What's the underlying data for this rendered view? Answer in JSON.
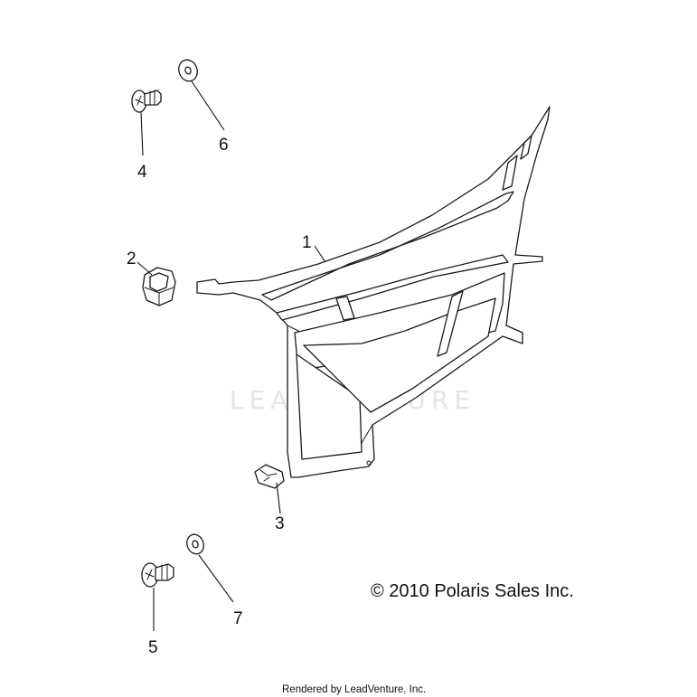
{
  "diagram": {
    "callouts": [
      {
        "id": "1",
        "label": "1"
      },
      {
        "id": "2",
        "label": "2"
      },
      {
        "id": "3",
        "label": "3"
      },
      {
        "id": "4",
        "label": "4"
      },
      {
        "id": "5",
        "label": "5"
      },
      {
        "id": "6",
        "label": "6"
      },
      {
        "id": "7",
        "label": "7"
      }
    ],
    "watermark": "LEADVENTURE",
    "copyright": "© 2010 Polaris Sales Inc.",
    "rendered_by": "Rendered by LeadVenture, Inc."
  }
}
